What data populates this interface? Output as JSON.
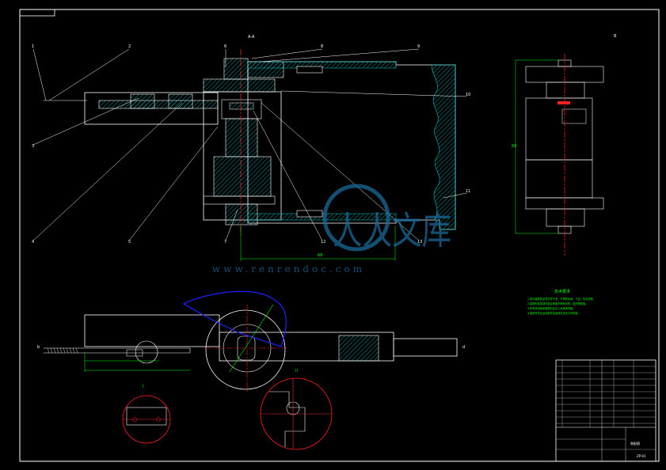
{
  "drawing": {
    "part_labels": [
      "1",
      "2",
      "3",
      "4",
      "5",
      "6",
      "7",
      "8",
      "9",
      "10",
      "11",
      "12",
      "13"
    ],
    "view_mark_top": "A-A",
    "view_labels": {
      "b": "b",
      "d": "d"
    },
    "detail_labels": [
      "I",
      "II"
    ],
    "right_view_mark": "B",
    "dimension_texts": [
      "60",
      "68"
    ],
    "notes_title": "技术要求",
    "notes_lines": [
      "1.零件装配前必须清洗干净，不得有毛刺、飞边、氧化皮等。",
      "2.装配时各零部件配合表面不得有划伤、碰伤等缺陷。",
      "3.所有滚动轴承装配时应注入适量润滑脂。",
      "4.装配完毕后运动部件应运转灵活无卡滞现象。"
    ],
    "title_block": {
      "title": "装配图",
      "drawing_no": "ZP-01"
    }
  },
  "watermark": {
    "text": "人人文库",
    "url": "www.renrendoc.com"
  },
  "colors": {
    "background": "#000000",
    "line": "#ffffff",
    "section_hatch": "#00c8c8",
    "center_line": "#ff2020",
    "dimension": "#00ff00",
    "outline": "#2020ff",
    "watermark": "#1a6a9a"
  }
}
